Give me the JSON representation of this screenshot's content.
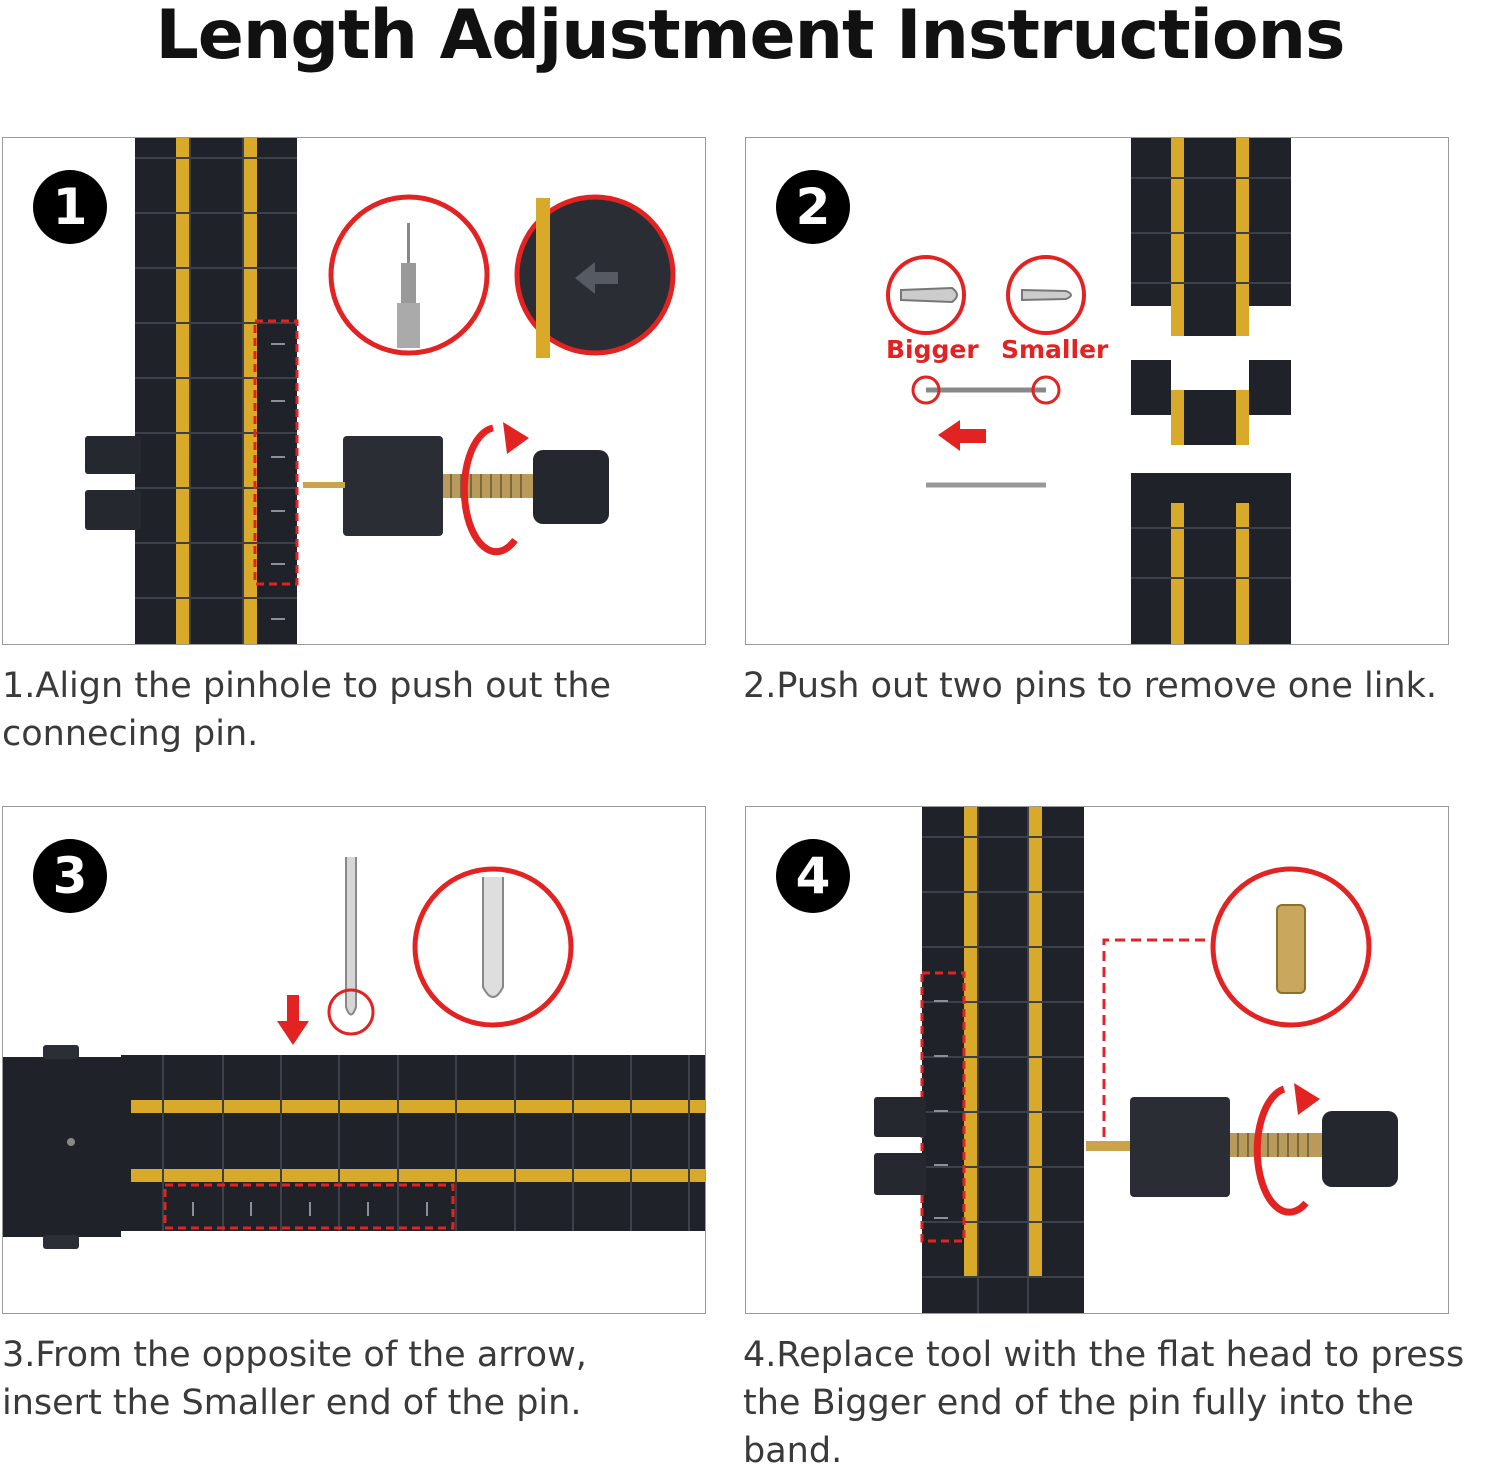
{
  "title": "Length Adjustment Instructions",
  "steps": [
    {
      "number": "1",
      "caption_line1": "1.Align the pinhole to push out the",
      "caption_line2": "connecing pin."
    },
    {
      "number": "2",
      "caption_line1": "2.Push out two pins to remove one link.",
      "caption_line2": "",
      "label_bigger": "Bigger",
      "label_smaller": "Smaller"
    },
    {
      "number": "3",
      "caption_line1": "3.From the opposite of the arrow,",
      "caption_line2": "insert the Smaller end of the pin."
    },
    {
      "number": "4",
      "caption_line1": "4.Replace tool with the flat head to press",
      "caption_line2": "the Bigger end of the pin fully into the band."
    }
  ],
  "colors": {
    "accent_red": "#e32222",
    "band_black": "#1f2228",
    "band_gold": "#d9a92a",
    "border": "#9a9a9a"
  },
  "icons": [
    "pin-tool-icon",
    "arrow-left-icon",
    "arrow-down-icon",
    "rotate-arrow-icon",
    "pin-icon",
    "pin-end-icon"
  ]
}
